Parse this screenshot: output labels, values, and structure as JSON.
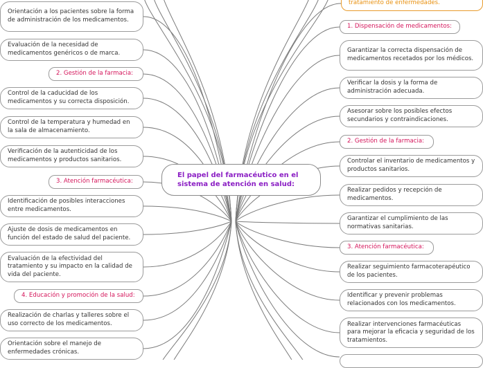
{
  "center": {
    "title": "El papel del farmacéutico en el sistema de atención en salud:"
  },
  "left_nodes": [
    {
      "id": "l1",
      "type": "item",
      "text": "Orientación a los pacientes sobre la forma de administración de los medicamentos."
    },
    {
      "id": "l2",
      "type": "item",
      "text": "Evaluación de la necesidad de medicamentos genéricos o de marca."
    },
    {
      "id": "l3",
      "type": "heading",
      "text": "2. Gestión de la farmacia:"
    },
    {
      "id": "l4",
      "type": "item",
      "text": "Control de la caducidad de los medicamentos y su correcta disposición."
    },
    {
      "id": "l5",
      "type": "item",
      "text": "Control de la temperatura y humedad en la sala de almacenamiento."
    },
    {
      "id": "l6",
      "type": "item",
      "text": "Verificación de la autenticidad de los medicamentos y productos sanitarios."
    },
    {
      "id": "l7",
      "type": "heading",
      "text": "3. Atención farmacéutica:"
    },
    {
      "id": "l8",
      "type": "item",
      "text": "Identificación de posibles interacciones entre medicamentos."
    },
    {
      "id": "l9",
      "type": "item",
      "text": "Ajuste de dosis de medicamentos en función del estado de salud del paciente."
    },
    {
      "id": "l10",
      "type": "item",
      "text": "Evaluación de la efectividad del tratamiento y su impacto en la calidad de vida del paciente."
    },
    {
      "id": "l11",
      "type": "heading",
      "text": "4. Educación y promoción de la salud:"
    },
    {
      "id": "l12",
      "type": "item",
      "text": "Realización de charlas y talleres sobre el uso correcto de los medicamentos."
    },
    {
      "id": "l13",
      "type": "item",
      "text": "Orientación sobre el manejo de enfermedades crónicas."
    }
  ],
  "right_nodes": [
    {
      "id": "r0",
      "type": "partial",
      "text": "tratamiento de enfermedades."
    },
    {
      "id": "r1",
      "type": "heading",
      "text": "1. Dispensación de medicamentos:"
    },
    {
      "id": "r2",
      "type": "item",
      "text": "Garantizar la correcta dispensación de medicamentos recetados por los médicos."
    },
    {
      "id": "r3",
      "type": "item",
      "text": "Verificar la dosis y la forma de administración adecuada."
    },
    {
      "id": "r4",
      "type": "item",
      "text": "Asesorar sobre los posibles efectos secundarios y contraindicaciones."
    },
    {
      "id": "r5",
      "type": "heading",
      "text": "2. Gestión de la farmacia:"
    },
    {
      "id": "r6",
      "type": "item",
      "text": "Controlar el inventario de medicamentos y productos sanitarios."
    },
    {
      "id": "r7",
      "type": "item",
      "text": "Realizar pedidos y recepción de medicamentos."
    },
    {
      "id": "r8",
      "type": "item",
      "text": "Garantizar el cumplimiento de las normativas sanitarias."
    },
    {
      "id": "r9",
      "type": "heading",
      "text": "3. Atención farmacéutica:"
    },
    {
      "id": "r10",
      "type": "item",
      "text": "Realizar seguimiento farmacoterapéutico de los pacientes."
    },
    {
      "id": "r11",
      "type": "item",
      "text": "Identificar y prevenir problemas relacionados con los medicamentos."
    },
    {
      "id": "r12",
      "type": "item",
      "text": "Realizar intervenciones farmacéuticas para mejorar la eficacia y seguridad de los tratamientos."
    }
  ]
}
